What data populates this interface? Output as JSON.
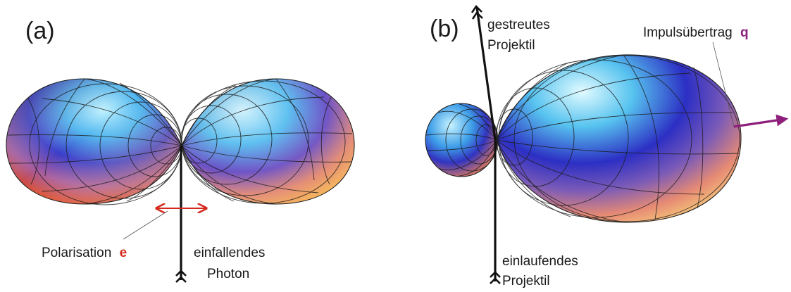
{
  "panel_a": {
    "tag": "(a)",
    "polarisation_label": "Polarisation",
    "polarisation_symbol": "e",
    "incident_label_line1": "einfallendes",
    "incident_label_line2": "Photon"
  },
  "panel_b": {
    "tag": "(b)",
    "scattered_label_line1": "gestreutes",
    "scattered_label_line2": "Projektil",
    "momentum_label": "Impulsübertrag",
    "momentum_symbol": "q",
    "incoming_label_line1": "einlaufendes",
    "incoming_label_line2": "Projektil"
  },
  "colors": {
    "polarisation_accent": "#d42a1e",
    "momentum_accent": "#8e1f7c",
    "axis": "#111111",
    "mesh": "#1c1c1c"
  }
}
